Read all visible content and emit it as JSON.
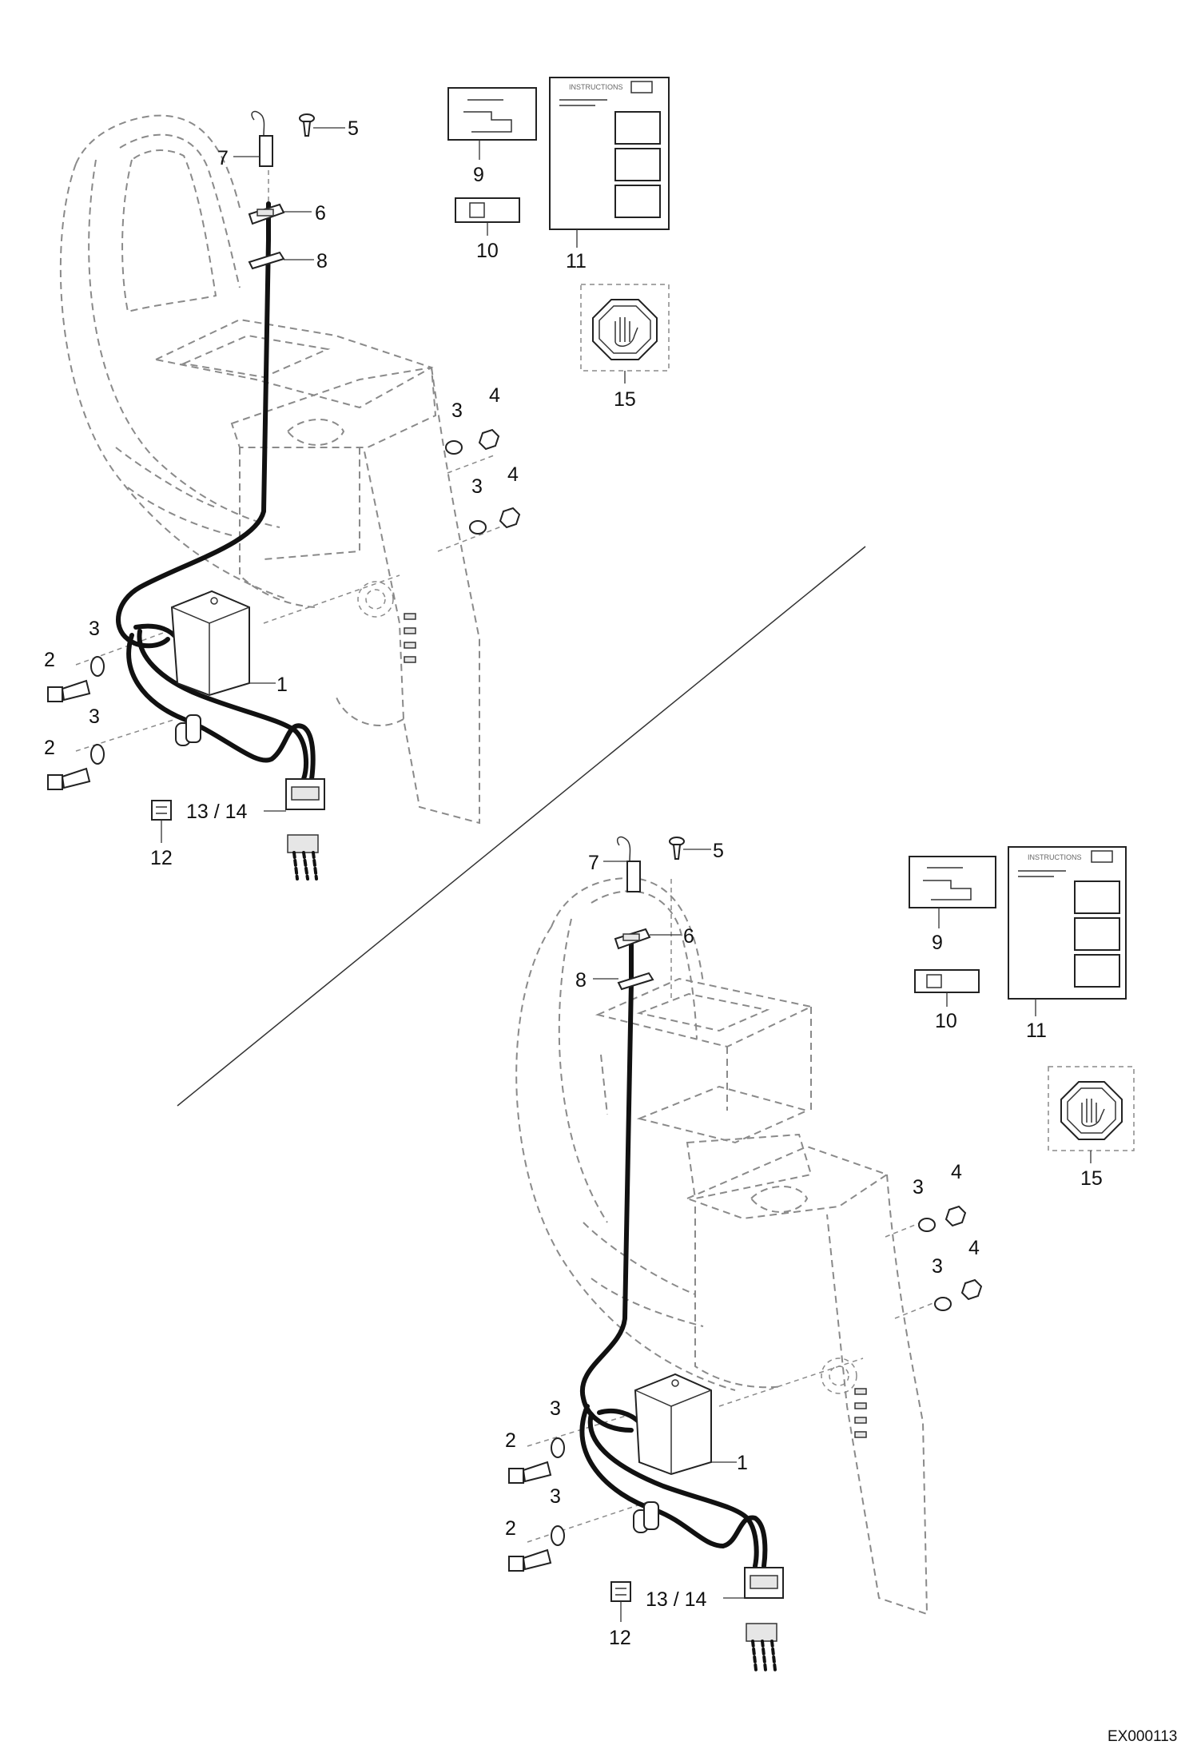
{
  "drawing": {
    "id": "EX000113",
    "sheet_label": "INSTRUCTIONS",
    "callouts": {
      "c1": "1",
      "c2": "2",
      "c3": "3",
      "c4": "4",
      "c5": "5",
      "c6": "6",
      "c7": "7",
      "c8": "8",
      "c9": "9",
      "c10": "10",
      "c11": "11",
      "c12": "12",
      "c13_14": "13 / 14",
      "c15": "15"
    }
  }
}
